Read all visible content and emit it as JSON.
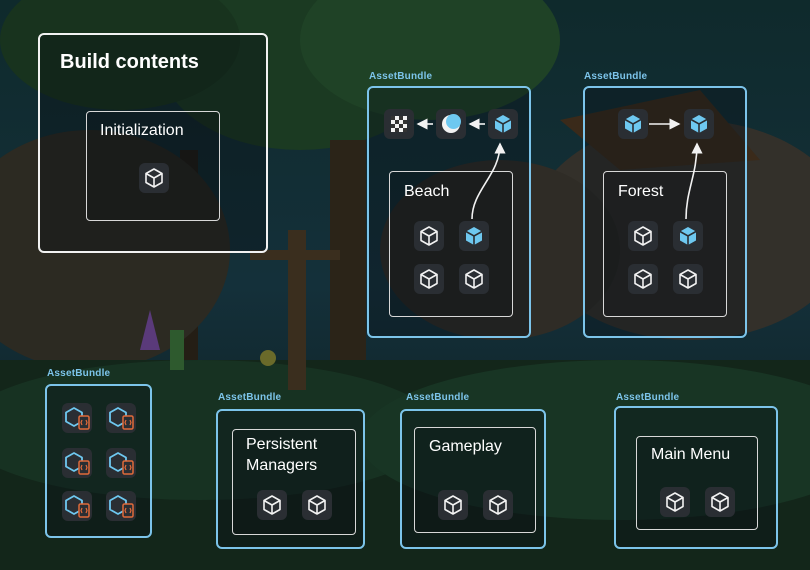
{
  "labels": {
    "bundle_tag": "AssetBundle",
    "build_contents": "Build contents",
    "initialization": "Initialization",
    "beach": "Beach",
    "forest": "Forest",
    "persistent_1": "Persistent",
    "persistent_2": "Managers",
    "gameplay": "Gameplay",
    "main_menu": "Main Menu"
  },
  "colors": {
    "accent_blue": "#7cc4ea",
    "box_white": "#f2f2f2",
    "icon_tile": "#2a2e33",
    "icon_blue": "#6ec8f0",
    "script_orange": "#e06a3a"
  }
}
